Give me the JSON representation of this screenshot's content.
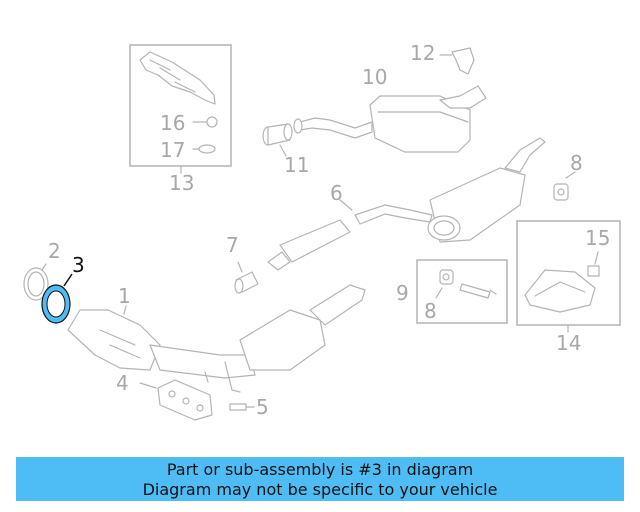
{
  "diagram": {
    "callouts": [
      "1",
      "2",
      "3",
      "4",
      "5",
      "6",
      "7",
      "8",
      "9",
      "10",
      "11",
      "12",
      "13",
      "14",
      "15",
      "16",
      "17"
    ],
    "highlighted_part": "3",
    "highlight_color": "#4fbdf5"
  },
  "banner": {
    "line1": "Part or sub-assembly is #3 in diagram",
    "line2": "Diagram may not be specific to your vehicle",
    "background": "#4fbdf5"
  }
}
